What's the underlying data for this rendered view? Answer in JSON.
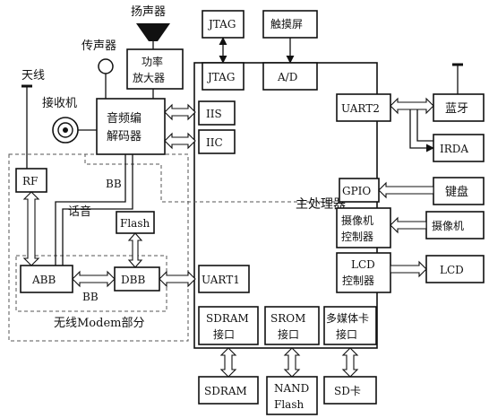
{
  "blocks": {
    "speaker": "扬声器",
    "jtag_top": "JTAG",
    "touchscreen": "触摸屏",
    "microphone": "传声器",
    "power_amp": [
      "功率",
      "放大器"
    ],
    "jtag": "JTAG",
    "ad": "A/D",
    "antenna_left": "天线",
    "receiver": "接收机",
    "audio_codec": [
      "音频编",
      "解码器"
    ],
    "iis": "IIS",
    "iic": "IIC",
    "uart2": "UART2",
    "bluetooth": "蓝牙",
    "irda": "IRDA",
    "rf": "RF",
    "bb_upper": "BB",
    "voice": "话音",
    "flash": "Flash",
    "main_processor": "主处理器",
    "gpio": "GPIO",
    "keyboard": "键盘",
    "camera_controller": [
      "摄像机",
      "控制器"
    ],
    "camera": "摄像机",
    "abb": "ABB",
    "dbb": "DBB",
    "bb_lower": "BB",
    "uart1": "UART1",
    "lcd_controller": [
      "LCD",
      "控制器"
    ],
    "lcd": "LCD",
    "wireless_modem": "无线Modem部分",
    "sdram_if": [
      "SDRAM",
      "接口"
    ],
    "srom_if": [
      "SROM",
      "接口"
    ],
    "mmc_if": [
      "多媒体卡",
      "接口"
    ],
    "sdram": "SDRAM",
    "nand_flash": [
      "NAND",
      "Flash"
    ],
    "sd_card": "SD卡"
  }
}
